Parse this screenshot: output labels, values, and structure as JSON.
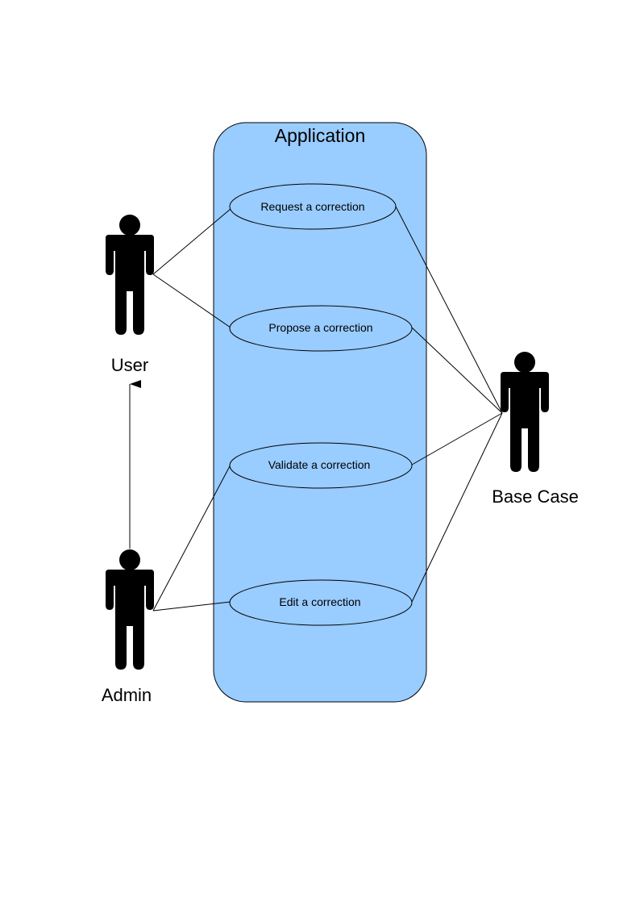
{
  "system": {
    "title": "Application",
    "fill_color": "#99CCFF"
  },
  "use_cases": [
    {
      "id": "request",
      "label": "Request a correction"
    },
    {
      "id": "propose",
      "label": "Propose a correction"
    },
    {
      "id": "validate",
      "label": "Validate a correction"
    },
    {
      "id": "edit",
      "label": "Edit a correction"
    }
  ],
  "actors": {
    "user": {
      "label": "User",
      "icon": "person-icon"
    },
    "admin": {
      "label": "Admin",
      "icon": "person-icon"
    },
    "base_case": {
      "label": "Base Case",
      "icon": "person-icon"
    }
  },
  "associations": [
    {
      "from": "user",
      "to": "request"
    },
    {
      "from": "user",
      "to": "propose"
    },
    {
      "from": "admin",
      "to": "validate"
    },
    {
      "from": "admin",
      "to": "edit"
    },
    {
      "from": "base_case",
      "to": "request"
    },
    {
      "from": "base_case",
      "to": "propose"
    },
    {
      "from": "base_case",
      "to": "validate"
    },
    {
      "from": "base_case",
      "to": "edit"
    }
  ],
  "generalizations": [
    {
      "from": "admin",
      "to": "user"
    }
  ],
  "colors": {
    "line": "#000000",
    "actor": "#000000",
    "usecase_fill": "#99CCFF"
  }
}
